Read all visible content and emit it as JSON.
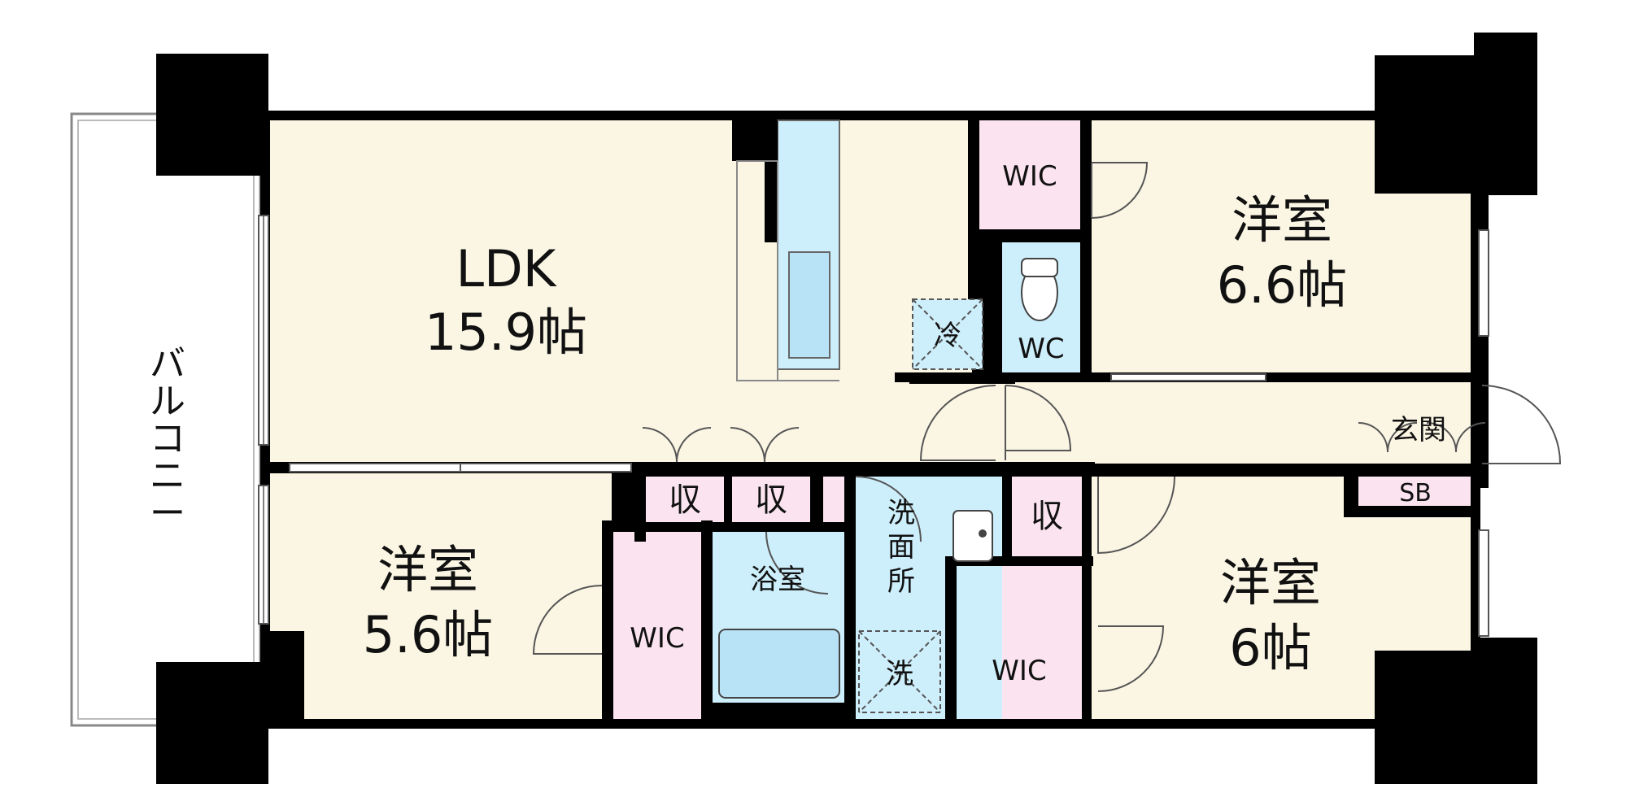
{
  "rooms": {
    "ldk": {
      "name": "LDK",
      "size": "15.9帖"
    },
    "bedroom_ne": {
      "name": "洋室",
      "size": "6.6帖"
    },
    "bedroom_sw": {
      "name": "洋室",
      "size": "5.6帖"
    },
    "bedroom_se": {
      "name": "洋室",
      "size": "6帖"
    },
    "wic_north": "WIC",
    "wic_sw": "WIC",
    "wic_se": "WIC",
    "wc": "WC",
    "fridge": "冷",
    "storage_1": "収",
    "storage_2": "収",
    "storage_3": "収",
    "bath": "浴室",
    "washroom": [
      "洗",
      "面",
      "所"
    ],
    "washer": "洗",
    "entrance": "玄関",
    "shoe_box": "SB",
    "balcony": [
      "バ",
      "ル",
      "コ",
      "ニ",
      "ー"
    ]
  },
  "colors": {
    "living": "#fbf6e4",
    "wic": "#fbe4ef",
    "wet": "#cdeefb",
    "wall": "#000000",
    "line": "#888888"
  }
}
